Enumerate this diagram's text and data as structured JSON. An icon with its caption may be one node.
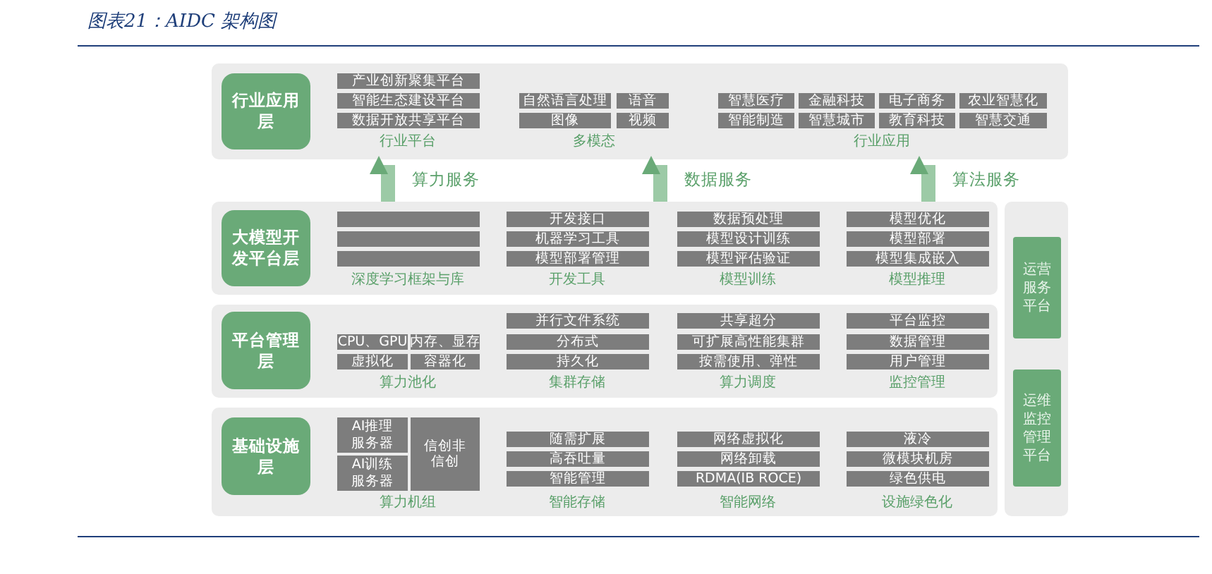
{
  "diagram": {
    "title": "图表21：AIDC 架构图",
    "nodes": [
      {
        "text": [
          "行业应用层"
        ]
      },
      {
        "text": [
          "产业创新聚集平台"
        ],
        "in": 0
      },
      {
        "text": [
          "智能生态建设平台"
        ],
        "in": 0
      },
      {
        "text": [
          "数据开放共享平台"
        ],
        "in": 0
      },
      {
        "text": [
          "自然语言处理"
        ],
        "in": 0
      },
      {
        "text": [
          "语音"
        ],
        "in": 0
      },
      {
        "text": [
          "图像"
        ],
        "in": 0
      },
      {
        "text": [
          "视频"
        ],
        "in": 0
      },
      {
        "text": [
          "智慧医疗"
        ],
        "in": 0
      },
      {
        "text": [
          "金融科技"
        ],
        "in": 0
      },
      {
        "text": [
          "电子商务"
        ],
        "in": 0
      },
      {
        "text": [
          "农业智慧化"
        ],
        "in": 0
      },
      {
        "text": [
          "智能制造"
        ],
        "in": 0
      },
      {
        "text": [
          "智慧城市"
        ],
        "in": 0
      },
      {
        "text": [
          "教育科技"
        ],
        "in": 0
      },
      {
        "text": [
          "智慧交通"
        ],
        "in": 0
      },
      {
        "text": [
          "大模型开发平台层"
        ]
      },
      {
        "text": [],
        "shape": "box",
        "in": 16
      },
      {
        "text": [],
        "shape": "box",
        "in": 16
      },
      {
        "text": [],
        "shape": "box",
        "in": 16
      },
      {
        "text": [
          "开发接口"
        ],
        "in": 16
      },
      {
        "text": [
          "机器学习工具"
        ],
        "in": 16
      },
      {
        "text": [
          "模型部署管理"
        ],
        "in": 16
      },
      {
        "text": [
          "数据预处理"
        ],
        "in": 16
      },
      {
        "text": [
          "模型设计训练"
        ],
        "in": 16
      },
      {
        "text": [
          "模型评估验证"
        ],
        "in": 16
      },
      {
        "text": [
          "模型优化"
        ],
        "in": 16
      },
      {
        "text": [
          "模型部署"
        ],
        "in": 16
      },
      {
        "text": [
          "模型集成嵌入"
        ],
        "in": 16
      },
      {
        "text": [
          "平台管理层"
        ]
      },
      {
        "text": [
          "CPU、GPU"
        ],
        "in": 29
      },
      {
        "text": [
          "内存、显存"
        ],
        "in": 29
      },
      {
        "text": [
          "虚拟化"
        ],
        "in": 29
      },
      {
        "text": [
          "容器化"
        ],
        "in": 29
      },
      {
        "text": [
          "并行文件系统"
        ],
        "in": 29
      },
      {
        "text": [
          "分布式"
        ],
        "in": 29
      },
      {
        "text": [
          "持久化"
        ],
        "in": 29
      },
      {
        "text": [
          "共享超分"
        ],
        "in": 29
      },
      {
        "text": [
          "可扩展高性能集群"
        ],
        "in": 29
      },
      {
        "text": [
          "按需使用、弹性"
        ],
        "in": 29
      },
      {
        "text": [
          "平台监控"
        ],
        "in": 29
      },
      {
        "text": [
          "数据管理"
        ],
        "in": 29
      },
      {
        "text": [
          "用户管理"
        ],
        "in": 29
      },
      {
        "text": [
          "基础设施层"
        ]
      },
      {
        "text": [
          "AI推理服务器"
        ],
        "in": 43
      },
      {
        "text": [
          "AI训练服务器"
        ],
        "in": 43
      },
      {
        "text": [
          "信创非信创"
        ],
        "in": 43
      },
      {
        "text": [
          "随需扩展"
        ],
        "in": 43
      },
      {
        "text": [
          "高吞吐量"
        ],
        "in": 43
      },
      {
        "text": [
          "智能管理"
        ],
        "in": 43
      },
      {
        "text": [
          "网络虚拟化"
        ],
        "in": 43
      },
      {
        "text": [
          "网络卸载"
        ],
        "in": 43
      },
      {
        "text": [
          "RDMA(IB ROCE)"
        ],
        "in": 43
      },
      {
        "text": [
          "液冷"
        ],
        "in": 43
      },
      {
        "text": [
          "微模块机房"
        ],
        "in": 43
      },
      {
        "text": [
          "绿色供电"
        ],
        "in": 43
      },
      {
        "text": [],
        "shape": "box"
      },
      {
        "text": [
          "运营服务平台"
        ],
        "in": 56
      },
      {
        "text": [
          "运维监控管理平台"
        ],
        "in": 56
      }
    ],
    "edges": [
      {
        "from": 16,
        "to": 0,
        "arrow": "to",
        "label": "算力服务"
      },
      {
        "from": 16,
        "to": 0,
        "arrow": "to",
        "label": "数据服务"
      },
      {
        "from": 16,
        "to": 0,
        "arrow": "to",
        "label": "算法服务"
      }
    ],
    "labels": [
      "行业平台",
      "多模态",
      "行业应用",
      "深度学习框架与库",
      "开发工具",
      "模型训练",
      "模型推理",
      "算力池化",
      "集群存储",
      "算力调度",
      "监控管理",
      "算力机组",
      "智能存储",
      "智能网络",
      "设施绿色化"
    ]
  }
}
